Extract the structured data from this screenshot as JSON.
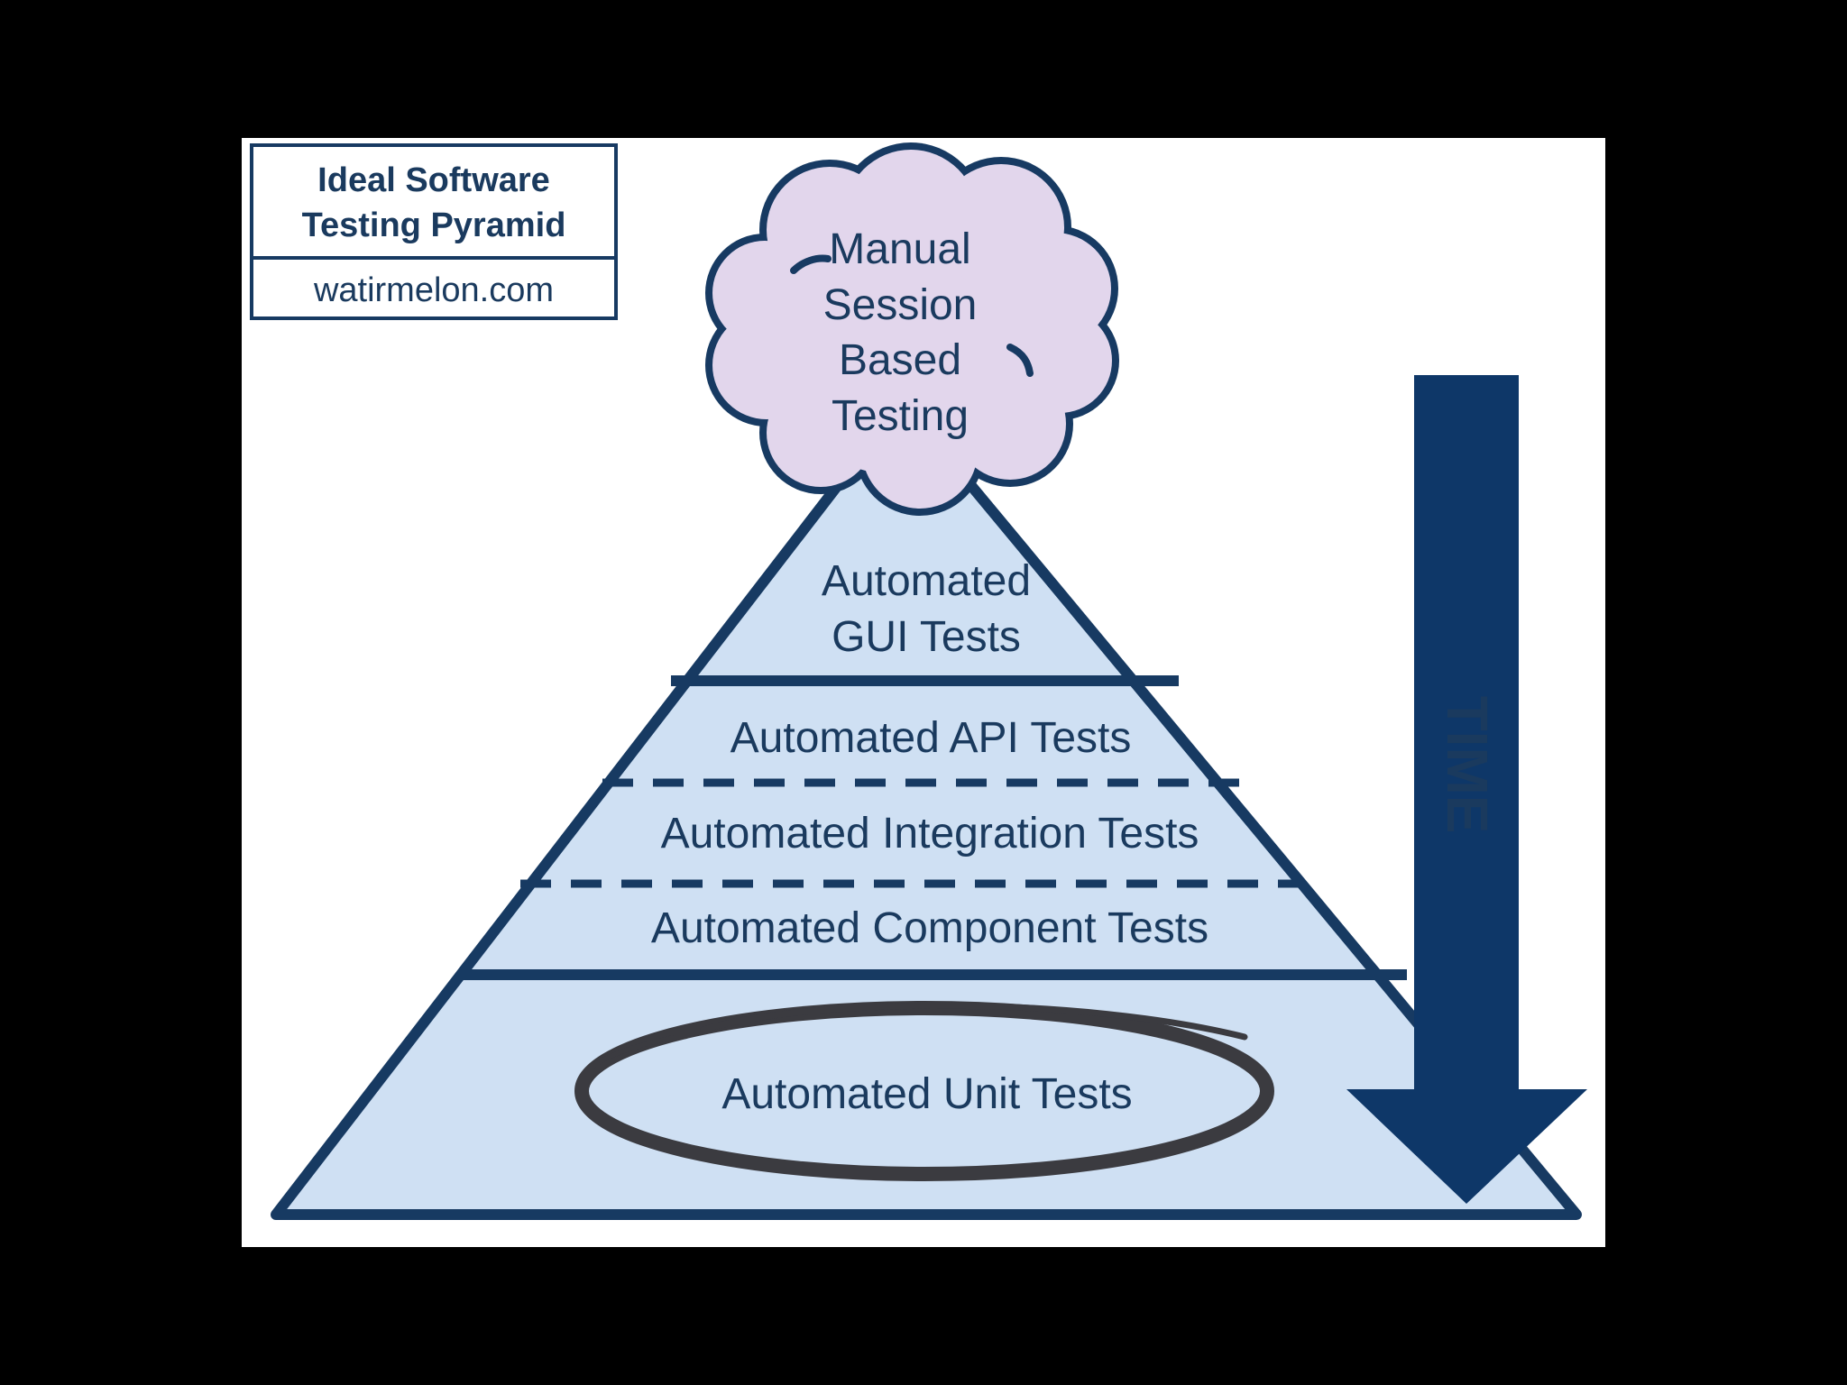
{
  "title_box": {
    "line1": "Ideal Software",
    "line2": "Testing Pyramid",
    "site": "watirmelon.com"
  },
  "cloud": {
    "lines": [
      "Manual",
      "Session",
      "Based",
      "Testing"
    ]
  },
  "layers": {
    "gui": [
      "Automated",
      "GUI Tests"
    ],
    "api": "Automated API Tests",
    "integration": "Automated Integration Tests",
    "component": "Automated Component Tests",
    "unit": "Automated Unit Tests"
  },
  "arrow": {
    "label": "TIME"
  },
  "colors": {
    "background": "#000000",
    "panel": "#ffffff",
    "pyramid_fill": "#cfe0f3",
    "outline": "#173a62",
    "cloud_fill": "#e2d6ec",
    "arrow": "#0e3768",
    "circle": "#3b3b40"
  }
}
